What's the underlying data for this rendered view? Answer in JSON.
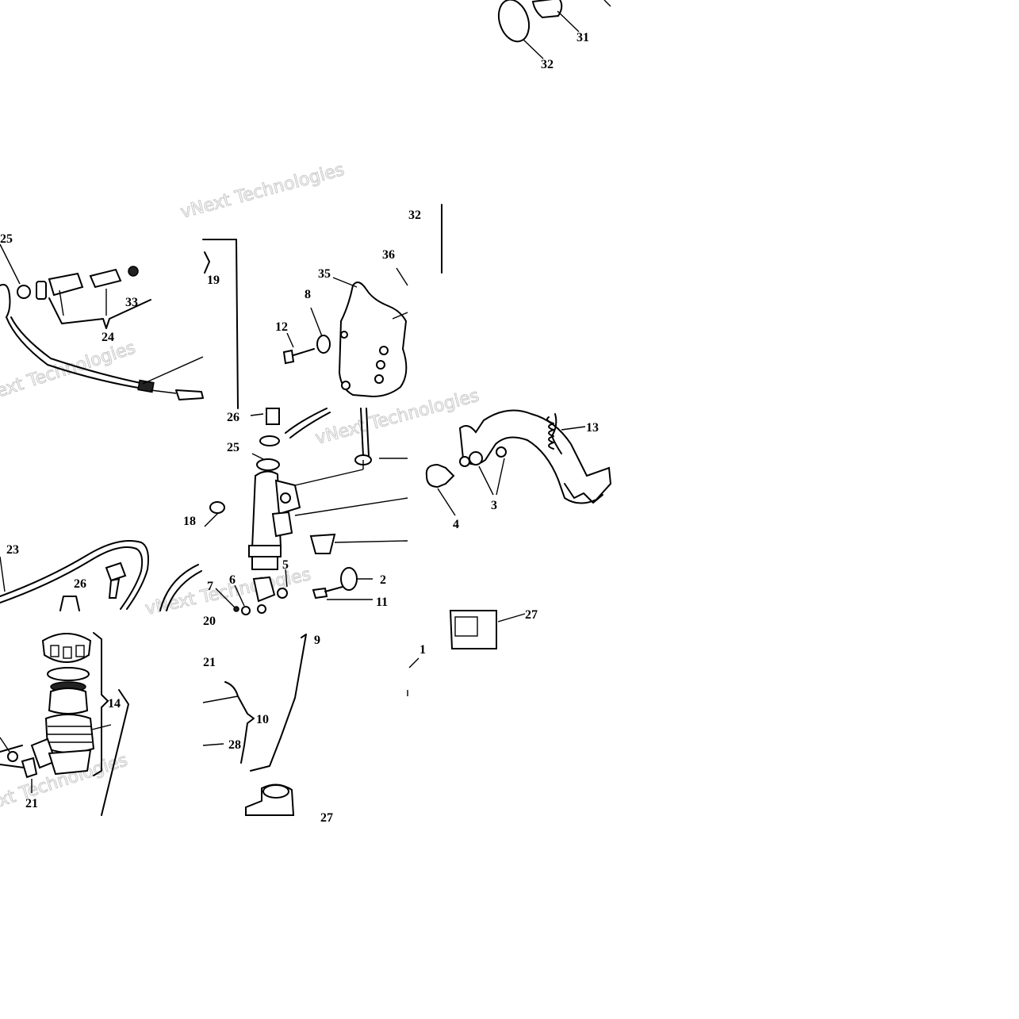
{
  "watermark_text": "vNext Technologies",
  "callouts": [
    {
      "key": "c31a",
      "text": "31"
    },
    {
      "key": "c32a",
      "text": "32"
    },
    {
      "key": "c32b",
      "text": "32"
    },
    {
      "key": "c25a",
      "text": "25"
    },
    {
      "key": "c33",
      "text": "33"
    },
    {
      "key": "c24",
      "text": "24"
    },
    {
      "key": "c19",
      "text": "19"
    },
    {
      "key": "c35",
      "text": "35"
    },
    {
      "key": "c36",
      "text": "36"
    },
    {
      "key": "c8",
      "text": "8"
    },
    {
      "key": "c12",
      "text": "12"
    },
    {
      "key": "c26a",
      "text": "26"
    },
    {
      "key": "c25b",
      "text": "25"
    },
    {
      "key": "c18",
      "text": "18"
    },
    {
      "key": "c13",
      "text": "13"
    },
    {
      "key": "c3",
      "text": "3"
    },
    {
      "key": "c4",
      "text": "4"
    },
    {
      "key": "c23",
      "text": "23"
    },
    {
      "key": "c26b",
      "text": "26"
    },
    {
      "key": "c5",
      "text": "5"
    },
    {
      "key": "c2",
      "text": "2"
    },
    {
      "key": "c11",
      "text": "11"
    },
    {
      "key": "c6",
      "text": "6"
    },
    {
      "key": "c7",
      "text": "7"
    },
    {
      "key": "c20",
      "text": "20"
    },
    {
      "key": "c27a",
      "text": "27"
    },
    {
      "key": "c9",
      "text": "9"
    },
    {
      "key": "c1",
      "text": "1"
    },
    {
      "key": "c14",
      "text": "14"
    },
    {
      "key": "c21a",
      "text": "21"
    },
    {
      "key": "c10",
      "text": "10"
    },
    {
      "key": "c28",
      "text": "28"
    },
    {
      "key": "c21b",
      "text": "21"
    },
    {
      "key": "c27b",
      "text": "27"
    }
  ]
}
